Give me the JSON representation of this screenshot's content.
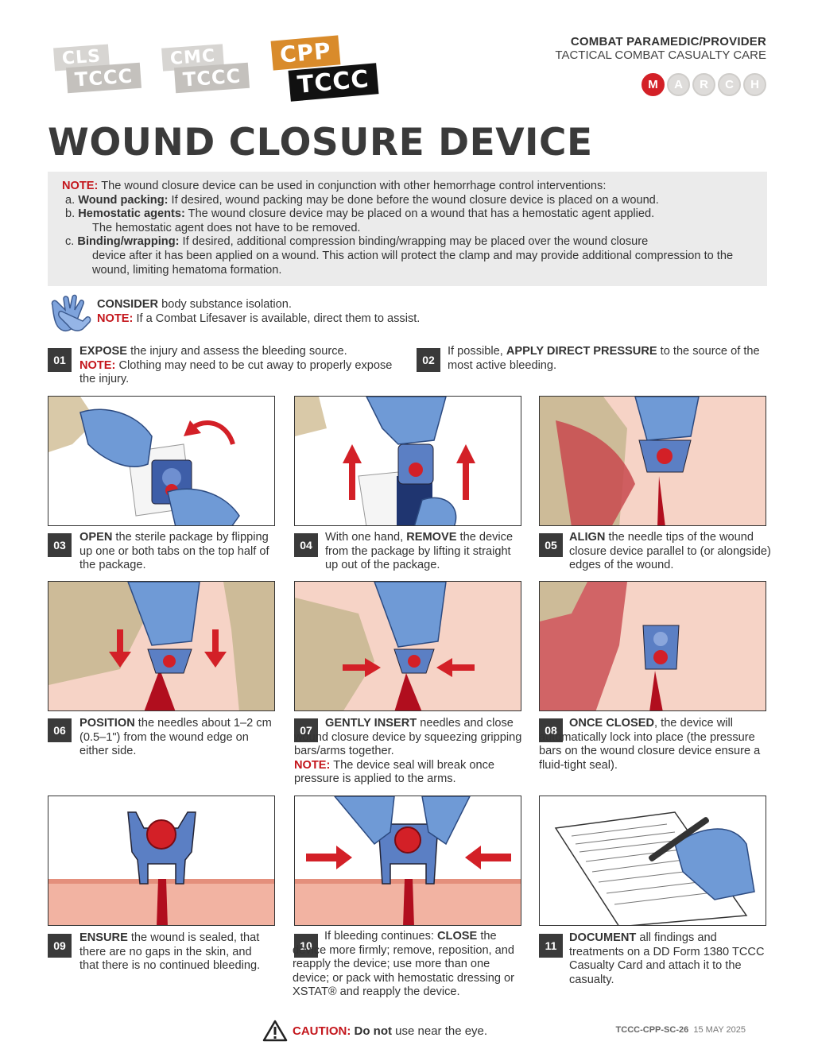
{
  "badges": {
    "cls": {
      "top": "CLS",
      "bottom": "TCCC"
    },
    "cmc": {
      "top": "CMC",
      "bottom": "TCCC"
    },
    "cpp": {
      "top": "CPP",
      "bottom": "TCCC"
    }
  },
  "header": {
    "line1": "COMBAT PARAMEDIC/PROVIDER",
    "line2": "TACTICAL COMBAT CASUALTY CARE",
    "march": [
      "M",
      "A",
      "R",
      "C",
      "H"
    ]
  },
  "title": "WOUND CLOSURE DEVICE",
  "note": {
    "label": "NOTE:",
    "intro": " The wound closure device can be used in conjunction with other hemorrhage control interventions:",
    "items": [
      {
        "prefix": "a. ",
        "bold": "Wound packing:",
        "text": " If desired, wound packing may be done before the wound closure device is placed on a wound.",
        "cont": ""
      },
      {
        "prefix": "b. ",
        "bold": "Hemostatic agents:",
        "text": " The wound closure device may be placed on a wound that has a hemostatic agent applied.",
        "cont": "The hemostatic agent does not have to be removed."
      },
      {
        "prefix": "c. ",
        "bold": "Binding/wrapping:",
        "text": " If desired, additional compression binding/wrapping may be placed over the wound closure",
        "cont": "device after it has been applied on a wound. This action will protect the clamp and may provide additional compression to the wound, limiting hematoma formation."
      }
    ]
  },
  "consider": {
    "bold": "CONSIDER",
    "text": " body substance isolation.",
    "note_label": "NOTE:",
    "note_text": " If a Combat Lifesaver is available, direct them to assist."
  },
  "steps": {
    "s01": {
      "num": "01",
      "bold": "EXPOSE",
      "text": " the injury and assess the bleeding source.",
      "note_label": "NOTE:",
      "note_text": " Clothing may need to be cut away to properly expose the injury."
    },
    "s02": {
      "num": "02",
      "pre": "If possible, ",
      "bold": "APPLY DIRECT PRESSURE",
      "text": " to the source of the most active bleeding."
    },
    "s03": {
      "num": "03",
      "bold": "OPEN",
      "text": " the sterile package by flipping up one or both tabs on the top half of the package."
    },
    "s04": {
      "num": "04",
      "pre": "With one hand, ",
      "bold": "REMOVE",
      "text": " the device from the package by lifting it straight up out of the package."
    },
    "s05": {
      "num": "05",
      "bold": "ALIGN",
      "text": " the needle tips of the wound closure device parallel to (or alongside) edges of the wound."
    },
    "s06": {
      "num": "06",
      "bold": "POSITION",
      "text": " the needles about 1–2 cm (0.5–1\") from the wound edge on either side."
    },
    "s07": {
      "num": "07",
      "bold": "GENTLY INSERT",
      "text": " needles and close wound closure device by squeezing gripping bars/arms together.",
      "note_label": "NOTE:",
      "note_text": " The device seal will break once pressure is applied to the arms."
    },
    "s08": {
      "num": "08",
      "bold": "ONCE CLOSED",
      "text": ", the device will automatically lock into place (the pressure bars on the wound closure device ensure a fluid-tight seal)."
    },
    "s09": {
      "num": "09",
      "bold": "ENSURE",
      "text": " the wound is sealed, that there are no gaps in the skin, and that there is no continued bleeding."
    },
    "s10": {
      "num": "10",
      "pre": "If bleeding continues: ",
      "bold": "CLOSE",
      "text": " the device more firmly; remove, reposition, and reapply the device; use more than one device; or pack with hemostatic dressing or XSTAT® and reapply the device."
    },
    "s11": {
      "num": "11",
      "bold": "DOCUMENT",
      "text": " all findings and treatments on a DD Form 1380 TCCC Casualty Card and attach it to the casualty."
    }
  },
  "caution": {
    "label": "CAUTION:",
    "bold": "Do not",
    "text": " use near the eye."
  },
  "footer": {
    "code": "TCCC-CPP-SC-26",
    "date": "15 MAY 2025"
  },
  "colors": {
    "accent_red": "#c4161c",
    "glove_blue": "#6f9ad6",
    "device_blue": "#5b7fc4",
    "skin": "#f4cbbd",
    "blood": "#c8102e",
    "note_bg": "#ebebeb"
  }
}
